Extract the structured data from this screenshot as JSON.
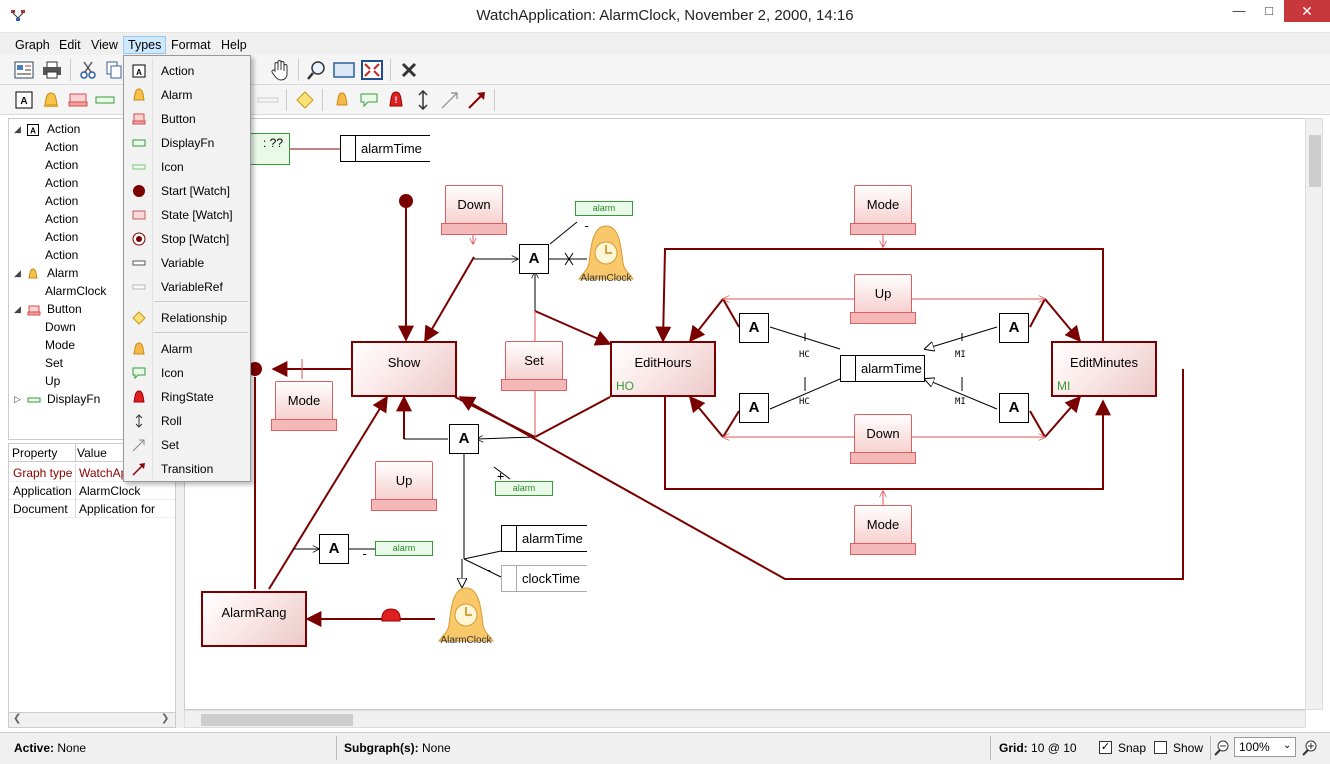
{
  "window": {
    "title": "WatchApplication: AlarmClock, November 2, 2000, 14:16"
  },
  "menubar": {
    "items": [
      "Graph",
      "Edit",
      "View",
      "Types",
      "Format",
      "Help"
    ],
    "active": "Types"
  },
  "types_menu": {
    "items": [
      "Action",
      "Alarm",
      "Button",
      "DisplayFn",
      "Icon",
      "Start [Watch]",
      "State [Watch]",
      "Stop [Watch]",
      "Variable",
      "VariableRef"
    ],
    "relationship": "Relationship",
    "relation_items": [
      "Alarm",
      "Icon",
      "RingState",
      "Roll",
      "Set",
      "Transition"
    ]
  },
  "tree": {
    "rows": [
      {
        "label": "Action",
        "indent": 0,
        "expanded": true,
        "icon": "action-icon"
      },
      {
        "label": "Action",
        "indent": 1
      },
      {
        "label": "Action",
        "indent": 1
      },
      {
        "label": "Action",
        "indent": 1
      },
      {
        "label": "Action",
        "indent": 1
      },
      {
        "label": "Action",
        "indent": 1
      },
      {
        "label": "Action",
        "indent": 1
      },
      {
        "label": "Action",
        "indent": 1
      },
      {
        "label": "Alarm",
        "indent": 0,
        "expanded": true,
        "icon": "alarm-icon"
      },
      {
        "label": "AlarmClock",
        "indent": 1
      },
      {
        "label": "Button",
        "indent": 0,
        "expanded": true,
        "icon": "button-icon"
      },
      {
        "label": "Down",
        "indent": 1
      },
      {
        "label": "Mode",
        "indent": 1
      },
      {
        "label": "Set",
        "indent": 1
      },
      {
        "label": "Up",
        "indent": 1
      },
      {
        "label": "DisplayFn",
        "indent": 0,
        "expanded": false,
        "icon": "displayfn-icon"
      }
    ]
  },
  "properties": {
    "headers": [
      "Property",
      "Value"
    ],
    "rows": [
      {
        "name": "Graph type",
        "value": "WatchAp"
      },
      {
        "name": "Application",
        "value": "AlarmClock"
      },
      {
        "name": "Document",
        "value": "Application for"
      }
    ]
  },
  "status": {
    "active_label": "Active:",
    "active_value": "None",
    "subgraph_label": "Subgraph(s):",
    "subgraph_value": "None",
    "grid_label": "Grid:",
    "grid_value": "10 @ 10",
    "snap_label": "Snap",
    "snap_checked": true,
    "show_label": "Show",
    "show_checked": false,
    "zoom": "100%"
  },
  "diagram": {
    "states": {
      "show": "Show",
      "edit_hours": "EditHours",
      "edit_minutes": "EditMinutes",
      "alarm_rang": "AlarmRang"
    },
    "state_icons": {
      "edit_hours": "HO",
      "edit_minutes": "MI"
    },
    "buttons": {
      "down_top": "Down",
      "set": "Set",
      "mode_left": "Mode",
      "up_show": "Up",
      "mode_top": "Mode",
      "up_mid": "Up",
      "down_mid": "Down",
      "mode_bottom": "Mode"
    },
    "action_label": "A",
    "alarm_labels": [
      "AlarmClock",
      "AlarmClock"
    ],
    "display_labels": [
      "alarm",
      "alarm",
      "alarm"
    ],
    "partial_display": ": ??",
    "variables": {
      "top": "alarmTime",
      "center": "alarmTime",
      "show_var1": "alarmTime",
      "show_var2": "clockTime"
    },
    "roll_labels": {
      "hc": "HC",
      "mi": "MI"
    },
    "signs": {
      "minus": "-",
      "plus": "+"
    }
  },
  "colors": {
    "transition": "#7a0000",
    "button_edge": "#d86060",
    "display_green": "#3a9a3a",
    "menu_highlight": "#cde8ff"
  }
}
